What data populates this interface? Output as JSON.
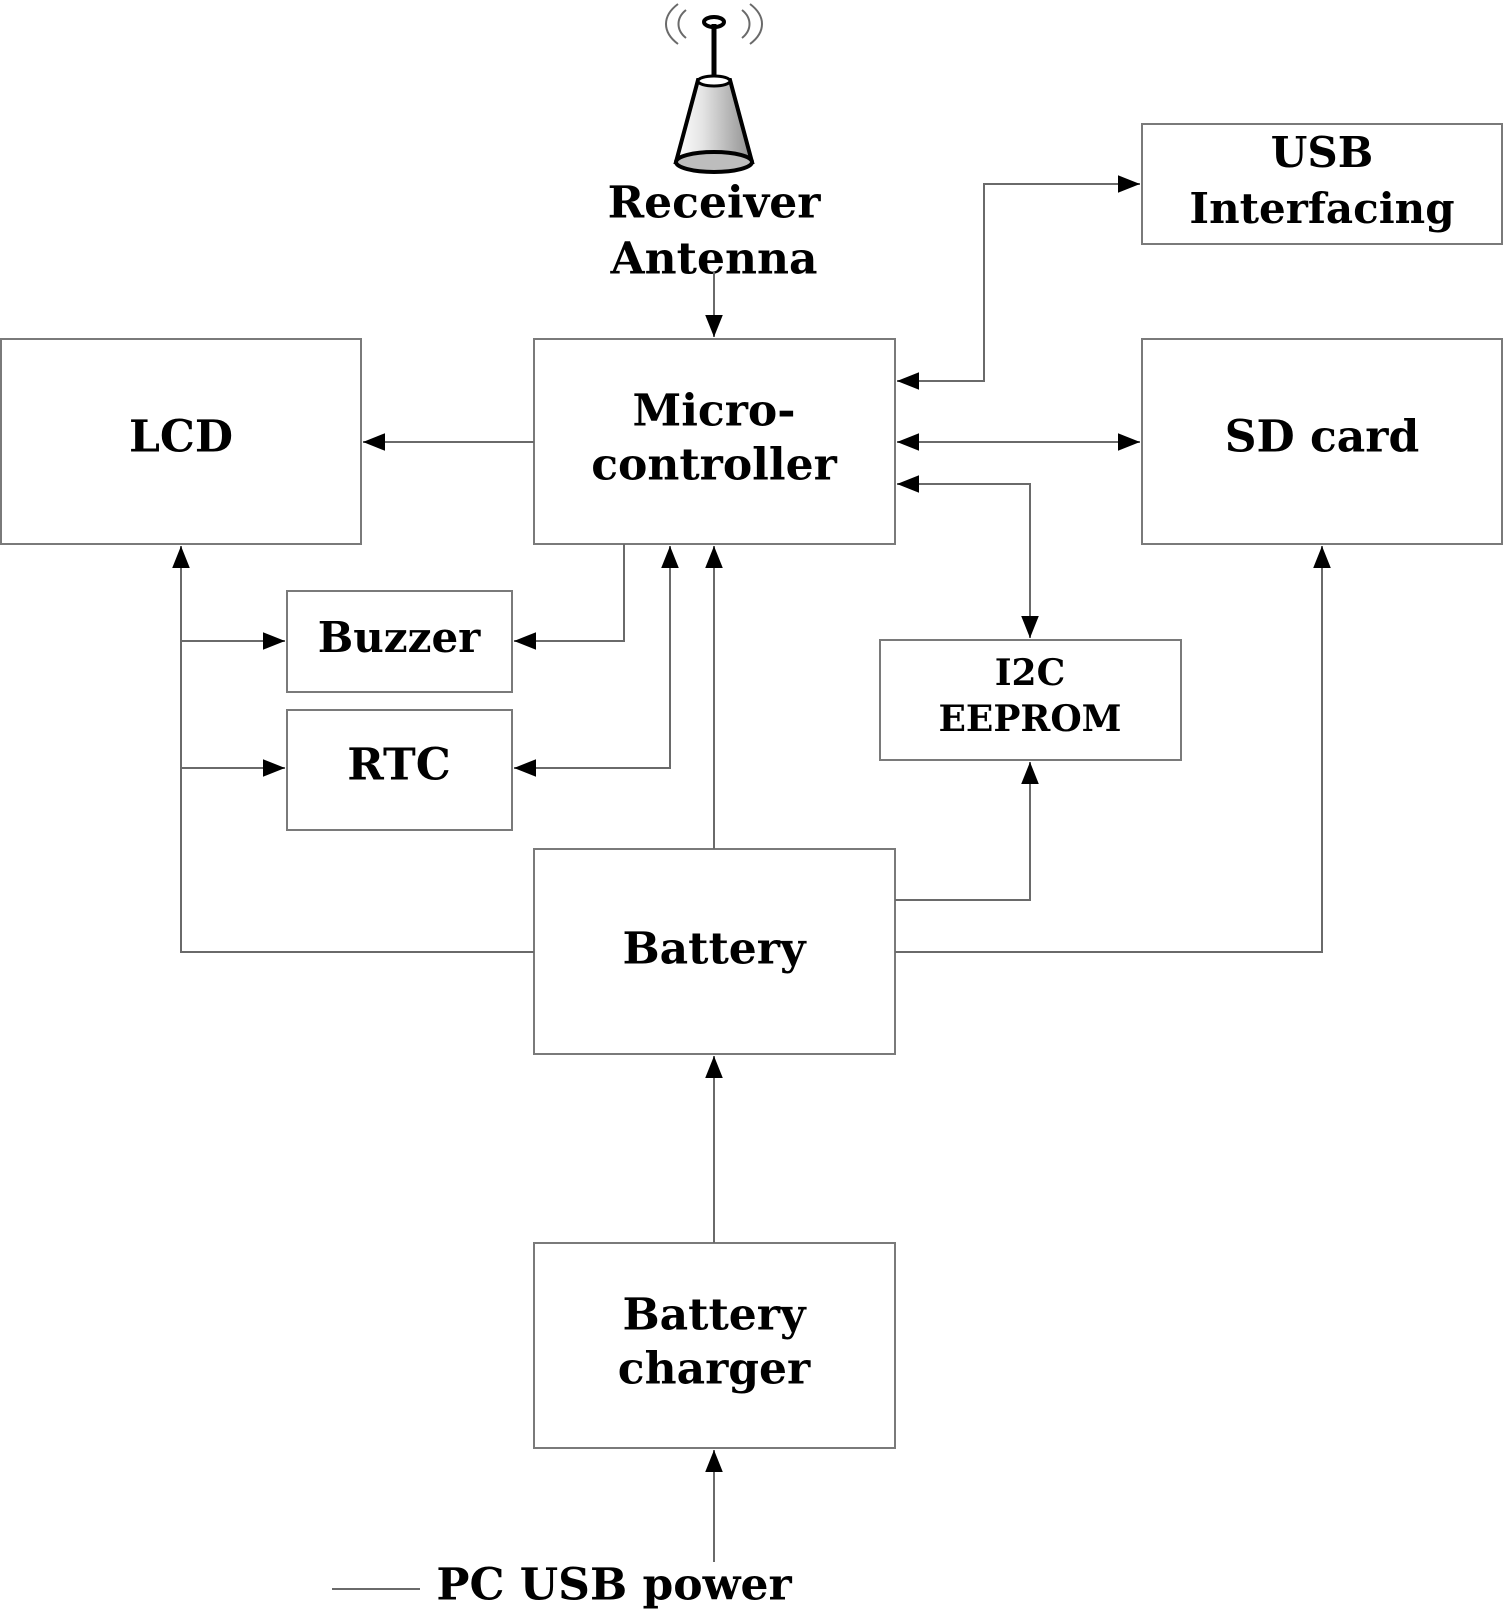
{
  "blocks": {
    "lcd": "LCD",
    "microcontroller_line1": "Micro-",
    "microcontroller_line2": "controller",
    "usb_interfacing_line1": "USB",
    "usb_interfacing_line2": "Interfacing",
    "sd_card": "SD card",
    "buzzer": "Buzzer",
    "rtc": "RTC",
    "i2c_eeprom_line1": "I2C",
    "i2c_eeprom_line2": "EEPROM",
    "battery": "Battery",
    "battery_charger_line1": "Battery",
    "battery_charger_line2": "charger"
  },
  "antenna": {
    "label_line1": "Receiver",
    "label_line2": "Antenna",
    "icon": "antenna-icon"
  },
  "power_input": "PC USB power",
  "colors": {
    "box_stroke": "#7a7a7a",
    "wire": "#6a6a6a",
    "arrowhead": "#000000",
    "text": "#000000"
  }
}
